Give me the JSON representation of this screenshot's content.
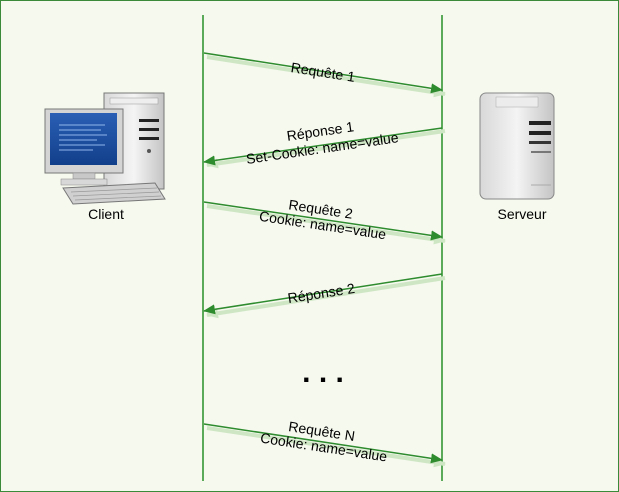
{
  "diagram": {
    "client_label": "Client",
    "server_label": "Serveur",
    "ellipsis": ". . .",
    "messages": [
      {
        "lines": [
          "Requête 1"
        ],
        "direction": "client-to-server"
      },
      {
        "lines": [
          "Réponse 1",
          "Set-Cookie: name=value"
        ],
        "direction": "server-to-client"
      },
      {
        "lines": [
          "Requête 2",
          "Cookie: name=value"
        ],
        "direction": "client-to-server"
      },
      {
        "lines": [
          "Réponse 2"
        ],
        "direction": "server-to-client"
      },
      {
        "lines": [
          "Requête N",
          "Cookie: name=value"
        ],
        "direction": "client-to-server"
      }
    ],
    "colors": {
      "lifeline": "#5aaa5a",
      "arrow": "#2e8b2e",
      "arrow_shadow": "#cfe6c4",
      "background": "#f5f9ee",
      "border": "#3a8a3a"
    }
  }
}
